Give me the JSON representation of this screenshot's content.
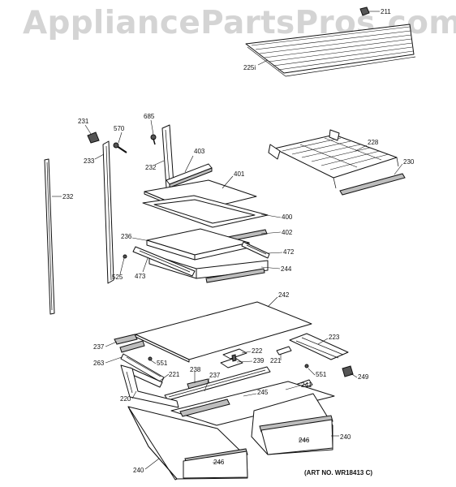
{
  "watermark": "AppliancePartsPros.com",
  "art_number": "(ART NO. WR18413 C)",
  "callouts": [
    {
      "id": "c211",
      "text": "211"
    },
    {
      "id": "c225",
      "text": "225i"
    },
    {
      "id": "c231",
      "text": "231"
    },
    {
      "id": "c570",
      "text": "570"
    },
    {
      "id": "c685",
      "text": "685"
    },
    {
      "id": "c233",
      "text": "233"
    },
    {
      "id": "c232a",
      "text": "232"
    },
    {
      "id": "c232b",
      "text": "232"
    },
    {
      "id": "c403",
      "text": "403"
    },
    {
      "id": "c401",
      "text": "401"
    },
    {
      "id": "c400",
      "text": "400"
    },
    {
      "id": "c402",
      "text": "402"
    },
    {
      "id": "c236",
      "text": "236"
    },
    {
      "id": "c472",
      "text": "472"
    },
    {
      "id": "c244",
      "text": "244"
    },
    {
      "id": "c473",
      "text": "473"
    },
    {
      "id": "c525",
      "text": "525"
    },
    {
      "id": "c228",
      "text": "228"
    },
    {
      "id": "c230",
      "text": "230"
    },
    {
      "id": "c242",
      "text": "242"
    },
    {
      "id": "c237a",
      "text": "237"
    },
    {
      "id": "c263",
      "text": "263"
    },
    {
      "id": "c551a",
      "text": "551"
    },
    {
      "id": "c222",
      "text": "222"
    },
    {
      "id": "c239",
      "text": "239"
    },
    {
      "id": "c221a",
      "text": "221"
    },
    {
      "id": "c223",
      "text": "223"
    },
    {
      "id": "c221b",
      "text": "221"
    },
    {
      "id": "c238",
      "text": "238"
    },
    {
      "id": "c237b",
      "text": "237"
    },
    {
      "id": "c551b",
      "text": "551"
    },
    {
      "id": "c249",
      "text": "249"
    },
    {
      "id": "c241",
      "text": "241"
    },
    {
      "id": "c220",
      "text": "220"
    },
    {
      "id": "c245",
      "text": "245"
    },
    {
      "id": "c246a",
      "text": "246"
    },
    {
      "id": "c240a",
      "text": "240"
    },
    {
      "id": "c246b",
      "text": "246"
    },
    {
      "id": "c240b",
      "text": "240"
    }
  ]
}
